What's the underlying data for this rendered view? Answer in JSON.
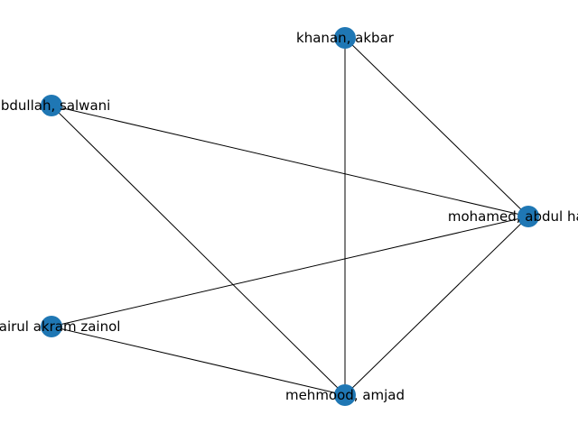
{
  "graph": {
    "node_color": "#1f77b4",
    "edge_color": "#000000",
    "nodes": [
      {
        "id": "khanan",
        "label": "khanan, akbar"
      },
      {
        "id": "abdullah",
        "label": "abdullah, salwani"
      },
      {
        "id": "mohamed",
        "label": "mohamed, abdul hakim"
      },
      {
        "id": "khairul",
        "label": "khairul akram zainol"
      },
      {
        "id": "mehmood",
        "label": "mehmood, amjad"
      }
    ],
    "edges": [
      [
        "khanan",
        "mohamed"
      ],
      [
        "khanan",
        "mehmood"
      ],
      [
        "abdullah",
        "mohamed"
      ],
      [
        "abdullah",
        "mehmood"
      ],
      [
        "khairul",
        "mohamed"
      ],
      [
        "khairul",
        "mehmood"
      ],
      [
        "mohamed",
        "mehmood"
      ]
    ]
  }
}
